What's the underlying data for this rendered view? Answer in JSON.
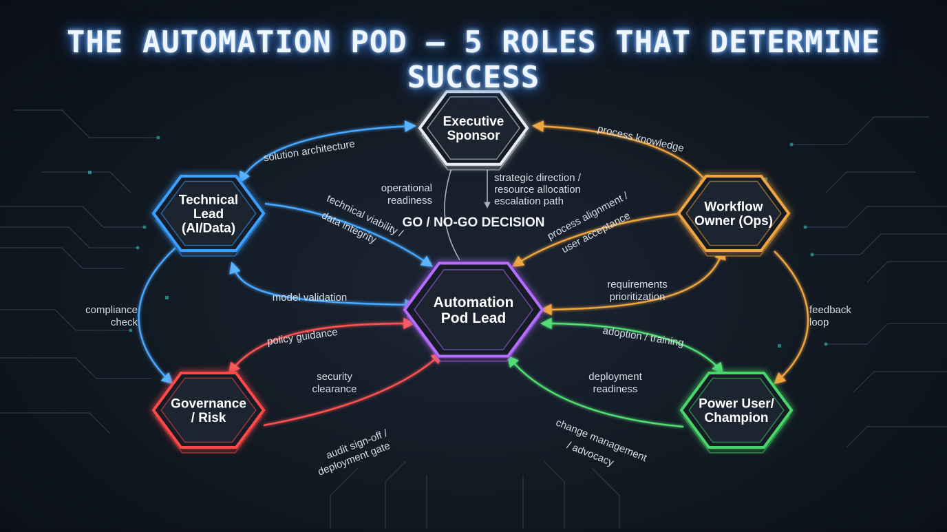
{
  "title": "THE AUTOMATION POD — 5 ROLES THAT DETERMINE SUCCESS",
  "nodes": {
    "executive": {
      "lines": [
        "Executive",
        "Sponsor"
      ],
      "color": "#e8edf3"
    },
    "technical": {
      "lines": [
        "Technical",
        "Lead",
        "(AI/Data)"
      ],
      "color": "#3aa0ff"
    },
    "workflow": {
      "lines": [
        "Workflow",
        "Owner (Ops)"
      ],
      "color": "#f0a640"
    },
    "center": {
      "lines": [
        "Automation",
        "Pod Lead"
      ],
      "color": "#b56cff"
    },
    "governance": {
      "lines": [
        "Governance",
        "/ Risk"
      ],
      "color": "#ff4a4a"
    },
    "power": {
      "lines": [
        "Power User/",
        "Champion"
      ],
      "color": "#48d66a"
    }
  },
  "decision": "GO / NO-GO DECISION",
  "labels": {
    "solution_architecture": "solution architecture",
    "process_knowledge": "process knowledge",
    "operational_readiness": [
      "operational",
      "readiness"
    ],
    "strategic_direction": [
      "strategic direction /",
      "resource allocation",
      "escalation path"
    ],
    "technical_viability": [
      "technical viability /",
      "data integrity"
    ],
    "process_alignment": [
      "process alignment /",
      "user acceptance"
    ],
    "model_validation": "model validation",
    "requirements": [
      "requirements",
      "prioritization"
    ],
    "compliance_check": [
      "compliance",
      "check"
    ],
    "feedback_loop": [
      "feedback",
      "loop"
    ],
    "policy_guidance": "policy guidance",
    "adoption_training": "adoption / training",
    "security_clearance": [
      "security",
      "clearance"
    ],
    "deployment_readiness": [
      "deployment",
      "readiness"
    ],
    "audit_signoff": [
      "audit sign-off /",
      "deployment gate"
    ],
    "change_management": [
      "change management",
      "/ advocacy"
    ]
  }
}
